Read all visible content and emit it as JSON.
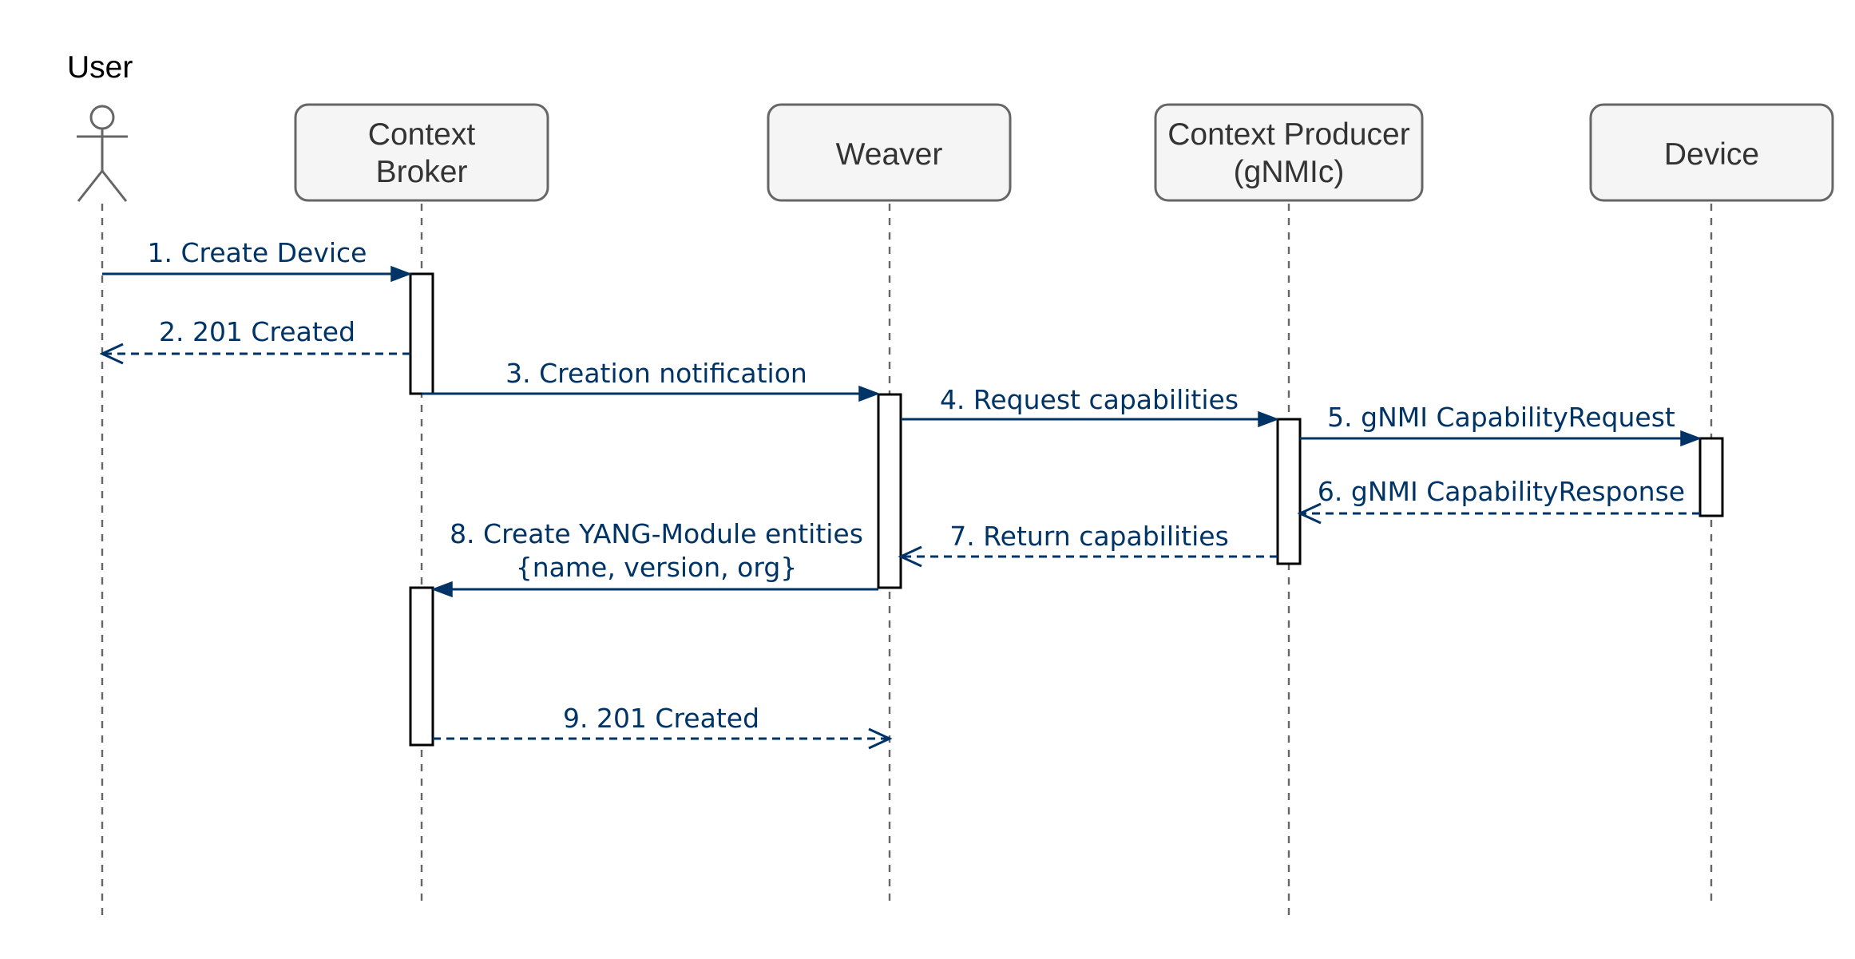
{
  "participants": [
    {
      "id": "user",
      "type": "actor",
      "lines": [
        "User"
      ]
    },
    {
      "id": "broker",
      "type": "box",
      "lines": [
        "Context",
        "Broker"
      ]
    },
    {
      "id": "weaver",
      "type": "box",
      "lines": [
        "Weaver"
      ]
    },
    {
      "id": "producer",
      "type": "box",
      "lines": [
        "Context Producer",
        "(gNMIc)"
      ]
    },
    {
      "id": "device",
      "type": "box",
      "lines": [
        "Device"
      ]
    }
  ],
  "messages": [
    {
      "id": "m1",
      "from": "user",
      "to": "broker",
      "style": "solid",
      "lines": [
        "1. Create Device"
      ]
    },
    {
      "id": "m2",
      "from": "broker",
      "to": "user",
      "style": "dashed",
      "lines": [
        "2. 201 Created"
      ]
    },
    {
      "id": "m3",
      "from": "broker",
      "to": "weaver",
      "style": "solid",
      "lines": [
        "3. Creation notification"
      ]
    },
    {
      "id": "m4",
      "from": "weaver",
      "to": "producer",
      "style": "solid",
      "lines": [
        "4. Request capabilities"
      ]
    },
    {
      "id": "m5",
      "from": "producer",
      "to": "device",
      "style": "solid",
      "lines": [
        "5. gNMI CapabilityRequest"
      ]
    },
    {
      "id": "m6",
      "from": "device",
      "to": "producer",
      "style": "dashed",
      "lines": [
        "6. gNMI CapabilityResponse"
      ]
    },
    {
      "id": "m7",
      "from": "producer",
      "to": "weaver",
      "style": "dashed",
      "lines": [
        "7. Return capabilities"
      ]
    },
    {
      "id": "m8",
      "from": "weaver",
      "to": "broker",
      "style": "solid",
      "lines": [
        "8. Create YANG-Module entities",
        "{name, version, org}"
      ]
    },
    {
      "id": "m9",
      "from": "broker",
      "to": "weaver",
      "style": "dashed",
      "lines": [
        "9. 201 Created"
      ]
    }
  ],
  "colors": {
    "message": "#003366",
    "participant_fill": "#f5f5f5",
    "participant_stroke": "#666666",
    "participant_text": "#333333",
    "activation_stroke": "#000000"
  }
}
